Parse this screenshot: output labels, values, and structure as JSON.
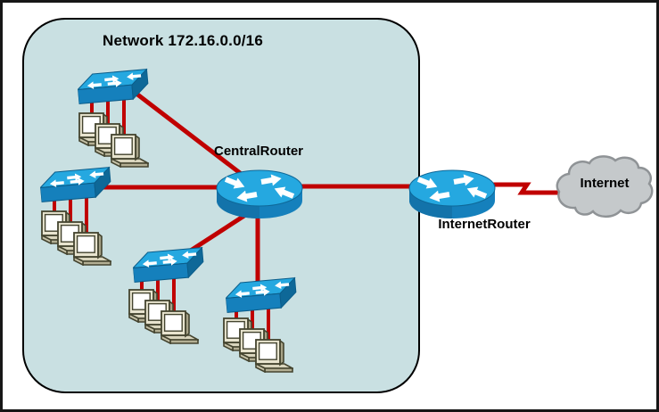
{
  "diagram": {
    "type": "network-topology",
    "title": "Network 172.16.0.0/16",
    "region": {
      "label": "Network 172.16.0.0/16",
      "fill": "#c9e0e2",
      "border_color": "#000000"
    },
    "nodes": [
      {
        "id": "central-router",
        "type": "router",
        "label": "CentralRouter"
      },
      {
        "id": "internet-router",
        "type": "router",
        "label": "InternetRouter"
      },
      {
        "id": "internet-cloud",
        "type": "cloud",
        "label": "Internet"
      },
      {
        "id": "switch-top-left",
        "type": "switch",
        "workstations": 3
      },
      {
        "id": "switch-left-middle",
        "type": "switch",
        "workstations": 3
      },
      {
        "id": "switch-bottom-left",
        "type": "switch",
        "workstations": 3
      },
      {
        "id": "switch-bottom-center",
        "type": "switch",
        "workstations": 3
      }
    ],
    "links": [
      {
        "from": "switch-top-left",
        "to": "central-router",
        "style": "straight"
      },
      {
        "from": "switch-left-middle",
        "to": "central-router",
        "style": "straight"
      },
      {
        "from": "switch-bottom-left",
        "to": "central-router",
        "style": "straight"
      },
      {
        "from": "switch-bottom-center",
        "to": "central-router",
        "style": "straight"
      },
      {
        "from": "central-router",
        "to": "internet-router",
        "style": "straight"
      },
      {
        "from": "internet-router",
        "to": "internet-cloud",
        "style": "serial-zigzag"
      }
    ],
    "colors": {
      "link_red": "#c00000",
      "device_top_blue": "#25a8e0",
      "device_front_blue": "#1580bc",
      "device_side_blue": "#0e6898",
      "workstation_body": "#d9d5bd",
      "cloud_fill": "#c5c9cb",
      "cloud_border": "#8f9396",
      "region_fill": "#c9e0e2"
    }
  }
}
